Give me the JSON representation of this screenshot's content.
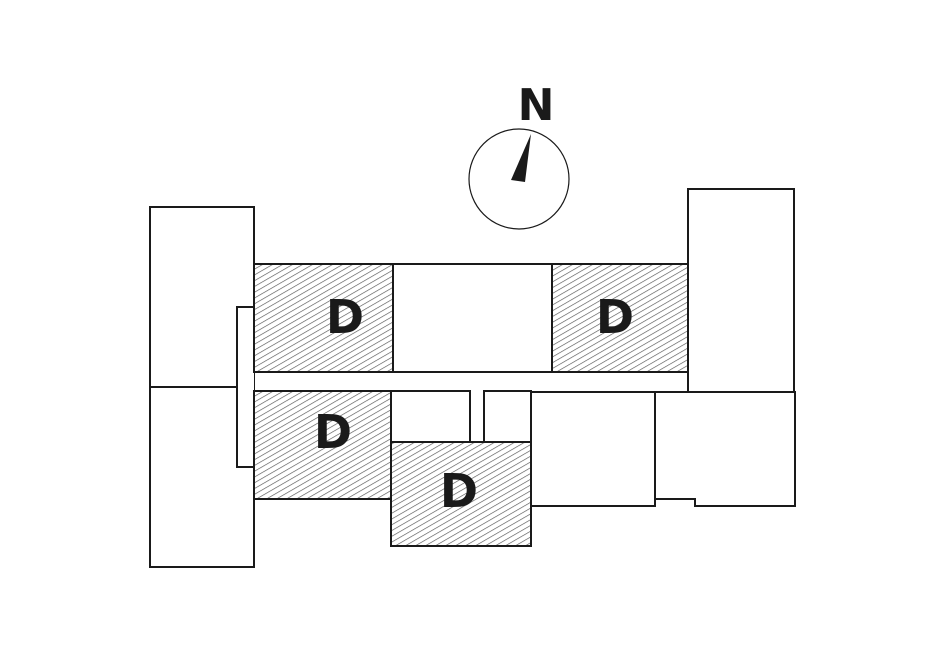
{
  "compass": {
    "north_label": "N",
    "icon": "north-arrow-icon"
  },
  "units": [
    {
      "label": "D"
    },
    {
      "label": "D"
    },
    {
      "label": "D"
    },
    {
      "label": "D"
    }
  ],
  "colors": {
    "line": "#1a1a1a",
    "background": "#ffffff",
    "hatch": "#555555"
  }
}
